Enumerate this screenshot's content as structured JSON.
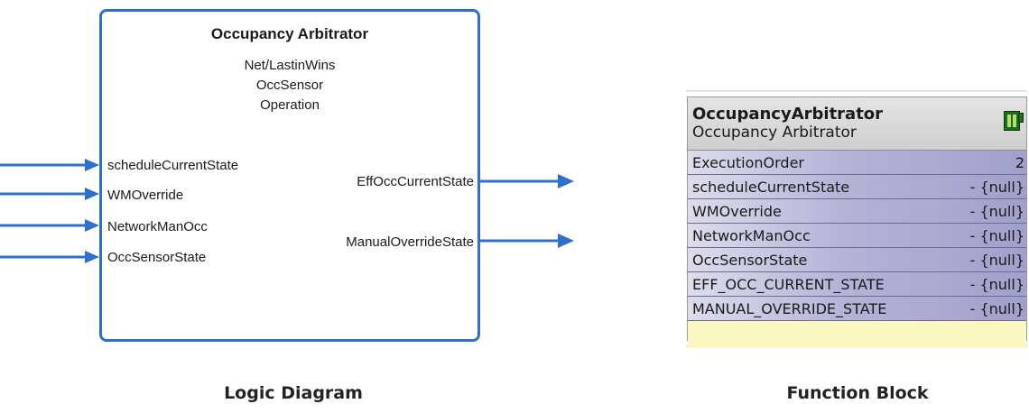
{
  "logic_diagram": {
    "title": "Occupancy Arbitrator",
    "subtitle_lines": [
      "Net/LastinWins",
      "OccSensor",
      "Operation"
    ],
    "inputs": [
      "scheduleCurrentState",
      "WMOverride",
      "NetworkManOcc",
      "OccSensorState"
    ],
    "outputs": [
      "EffOccCurrentState",
      "ManualOverrideState"
    ],
    "accent_color": "#2f6fc9",
    "caption": "Logic Diagram"
  },
  "function_block": {
    "name": "OccupancyArbitrator",
    "type_label": "Occupancy Arbitrator",
    "icon": "function-block-icon",
    "rows": [
      {
        "label": "ExecutionOrder",
        "value": "2"
      },
      {
        "label": "scheduleCurrentState",
        "value": "- {null}"
      },
      {
        "label": "WMOverride",
        "value": "- {null}"
      },
      {
        "label": "NetworkManOcc",
        "value": "- {null}"
      },
      {
        "label": "OccSensorState",
        "value": "- {null}"
      },
      {
        "label": "EFF_OCC_CURRENT_STATE",
        "value": "- {null}"
      },
      {
        "label": "MANUAL_OVERRIDE_STATE",
        "value": "- {null}"
      }
    ],
    "caption": "Function Block"
  }
}
